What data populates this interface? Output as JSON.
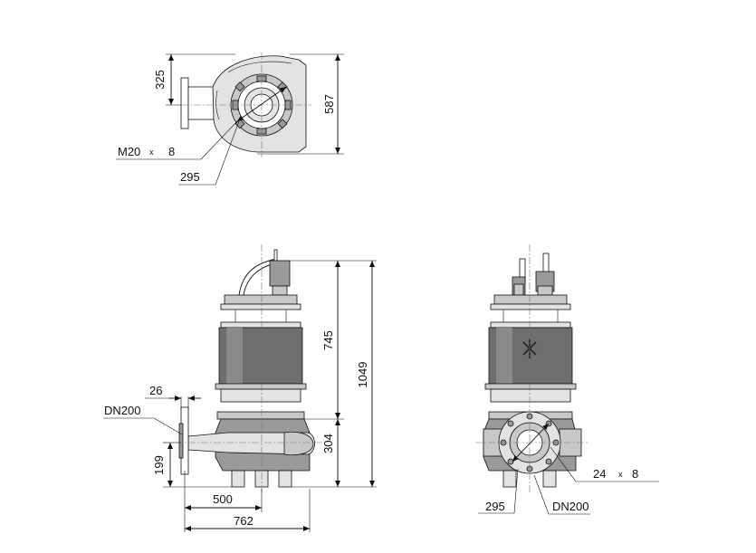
{
  "top_view": {
    "dim_height": "325",
    "dim_width": "587",
    "bolt_label": "M20",
    "bolt_times": "x",
    "bolt_count": "8",
    "pcd_label": "295"
  },
  "front_view": {
    "flange_thickness": "26",
    "outlet_label": "DN200",
    "outlet_height": "199",
    "base_to_outlet": "500",
    "overall_length": "762",
    "upper_height": "745",
    "lower_height": "304",
    "total_height": "1049"
  },
  "side_view": {
    "bolt_size": "24",
    "bolt_times": "x",
    "bolt_count": "8",
    "pcd_label": "295",
    "outlet_label": "DN200"
  }
}
